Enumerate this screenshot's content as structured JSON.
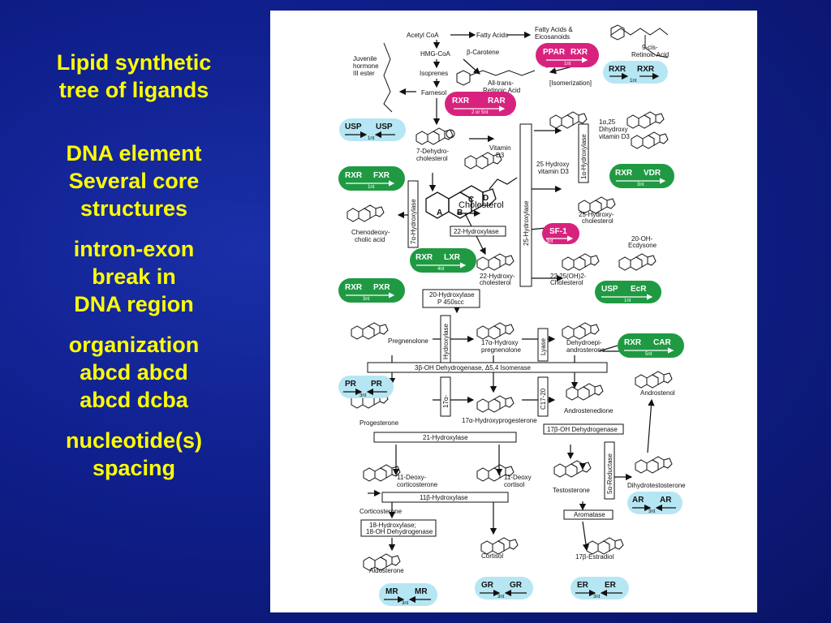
{
  "slide": {
    "title": "Lipid synthetic\ntree of ligands",
    "points": [
      "DNA element\nSeveral core\nstructures",
      "intron-exon\nbreak in\nDNA region",
      "organization\nabcd  abcd\nabcd dcba",
      "nucleotide(s)\nspacing"
    ]
  },
  "figure": {
    "labels": {
      "acetyl_coa": "Acetyl CoA",
      "fatty_acids": "Fatty Acids",
      "fatty_acids_eicosanoids_1": "Fatty Acids &",
      "fatty_acids_eicosanoids_2": "Eicosanoids",
      "cis_retinoic_1": "9-cis-",
      "cis_retinoic_2": "Retinoic Acid",
      "juvenile_1": "Juvenile",
      "juvenile_2": "hormone",
      "juvenile_3": "III ester",
      "hmg_coa": "HMG-CoA",
      "beta_carotene": "β-Carotene",
      "isoprenes": "Isoprenes",
      "all_trans_1": "All-trans-",
      "all_trans_2": "Retinoic Acid",
      "isomerization": "[Isomerization]",
      "farnesol": "Farnesol",
      "dehydrocholesterol_1": "7-Dehydro-",
      "dehydrocholesterol_2": "cholesterol",
      "vitamin_d3_1": "Vitamin",
      "vitamin_d3_2": "D3",
      "dihydroxy_1": "1α,25",
      "dihydroxy_2": "Dihydroxy",
      "dihydroxy_3": "vitamin D3",
      "hydroxy_d3_1": "25 Hydroxy",
      "hydroxy_d3_2": "vitamin D3",
      "cholesterol": "Cholesterol",
      "chenodeoxy_1": "Chenodeoxy-",
      "chenodeoxy_2": "cholic acid",
      "hydroxycholesterol_1": "25-Hydroxy-",
      "hydroxycholesterol_2": "cholesterol",
      "ecdysone_1": "20-OH-",
      "ecdysone_2": "Ecdysone",
      "hydroxy22_1": "22-Hydroxy-",
      "hydroxy22_2": "cholesterol",
      "oh2_chol_1": "22,25(OH)2-",
      "oh2_chol_2": "Cholesterol",
      "pregnenolone": "Pregnenolone",
      "hydroxypreg_1": "17α-Hydroxy",
      "hydroxypreg_2": "pregnenolone",
      "dehydroepi_1": "Dehydroepi-",
      "dehydroepi_2": "androsterone",
      "androstenol": "Androstenol",
      "progesterone": "Progesterone",
      "hydroxyprog": "17α-Hydroxyprogesterone",
      "androstenedione": "Androstenedione",
      "deoxycort_1": "11-Deoxy-",
      "deoxycort_2": "corticosterone",
      "deoxycortisol_1": "11-Deoxy",
      "deoxycortisol_2": "cortisol",
      "testosterone": "Testosterone",
      "dihydrotest": "Dihydrotestosterone",
      "corticosterone": "Corticosterone",
      "aldosterone": "Aldosterone",
      "cortisol": "Cortisol",
      "estradiol": "17β-Estradiol",
      "ring_a": "A",
      "ring_b": "B",
      "ring_c": "C",
      "ring_d": "D"
    },
    "enzymes": {
      "hydroxylase_1a": "1α-Hydroxylase",
      "hydroxylase_7a": "7α-Hydroxylase",
      "hydroxylase_25": "25-Hydroxylase",
      "hydroxylase_22": "22-Hydroxylase",
      "hydroxylase_20_1": "20-Hydroxylase",
      "hydroxylase_20_2": "P 450scc",
      "hydroxylase_17a": "Hydroxylase",
      "lyase": "Lyase",
      "dehydrogenase_3b": "3β-OH Dehydrogenase, Δ5,4 Isomerase",
      "c17_a": "17α-",
      "c17_b": "C17-20",
      "hydroxylase_21": "21-Hydroxylase",
      "dehydrogenase_17b": "17β-OH Dehydrogenase",
      "hydroxylase_11b": "11β-Hydroxylase",
      "reductase_5a": "5α-Reductase",
      "aromatase": "Aromatase",
      "hydroxylase_18_1": "18-Hydroxylase;",
      "hydroxylase_18_2": "18-OH Dehydrogenase"
    },
    "receptors": {
      "ppar_rxr": {
        "a": "PPAR",
        "b": "RXR",
        "spacing": "1nt"
      },
      "rxr_rxr": {
        "a": "RXR",
        "b": "RXR",
        "spacing": "1nt"
      },
      "rxr_rar": {
        "a": "RXR",
        "b": "RAR",
        "spacing": "2 or 5nt"
      },
      "usp_usp": {
        "a": "USP",
        "b": "USP",
        "spacing": "1nt"
      },
      "rxr_fxr": {
        "a": "RXR",
        "b": "FXR",
        "spacing": "1nt"
      },
      "rxr_vdr": {
        "a": "RXR",
        "b": "VDR",
        "spacing": "3nt"
      },
      "sf1": {
        "a": "SF-1",
        "spacing": "3nt"
      },
      "rxr_lxr": {
        "a": "RXR",
        "b": "LXR",
        "spacing": "4nt"
      },
      "usp_ecr": {
        "a": "USP",
        "b": "EcR",
        "spacing": "1nt"
      },
      "rxr_pxr": {
        "a": "RXR",
        "b": "PXR",
        "spacing": "3nt"
      },
      "rxr_car": {
        "a": "RXR",
        "b": "CAR",
        "spacing": "5nt"
      },
      "pr_pr": {
        "a": "PR",
        "b": "PR",
        "spacing": "3nt"
      },
      "ar_ar": {
        "a": "AR",
        "b": "AR",
        "spacing": "3nt"
      },
      "mr_mr": {
        "a": "MR",
        "b": "MR",
        "spacing": "3nt"
      },
      "gr_gr": {
        "a": "GR",
        "b": "GR",
        "spacing": "3nt"
      },
      "er_er": {
        "a": "ER",
        "b": "ER",
        "spacing": "3nt"
      }
    },
    "colors": {
      "magenta": "#d8237e",
      "green": "#1f9a43",
      "light_blue": "#b6e6f3",
      "background": "#0f1f8c",
      "text_yellow": "#ffff00"
    }
  }
}
